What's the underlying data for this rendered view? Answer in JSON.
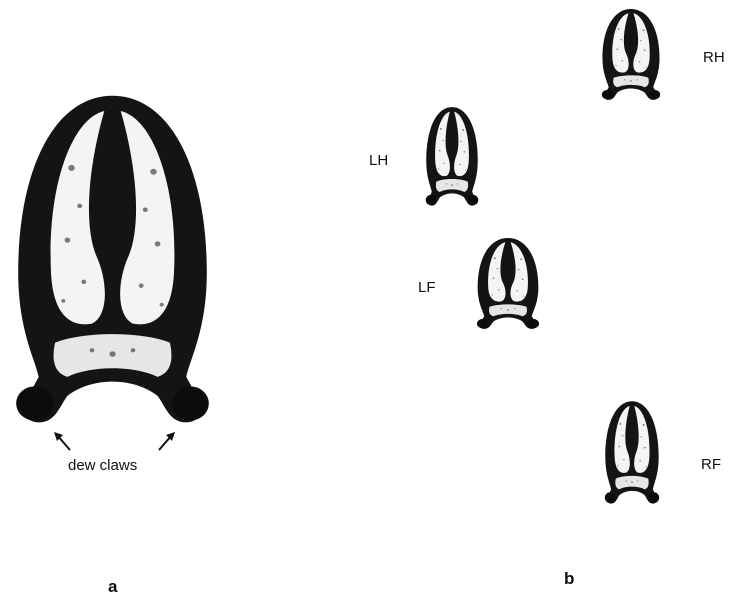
{
  "figure": {
    "panel_a": {
      "label": "a",
      "annotation": "dew claws"
    },
    "panel_b": {
      "label": "b",
      "tracks": [
        {
          "id": "RH",
          "label": "RH"
        },
        {
          "id": "LH",
          "label": "LH"
        },
        {
          "id": "LF",
          "label": "LF"
        },
        {
          "id": "RF",
          "label": "RF"
        }
      ]
    }
  }
}
